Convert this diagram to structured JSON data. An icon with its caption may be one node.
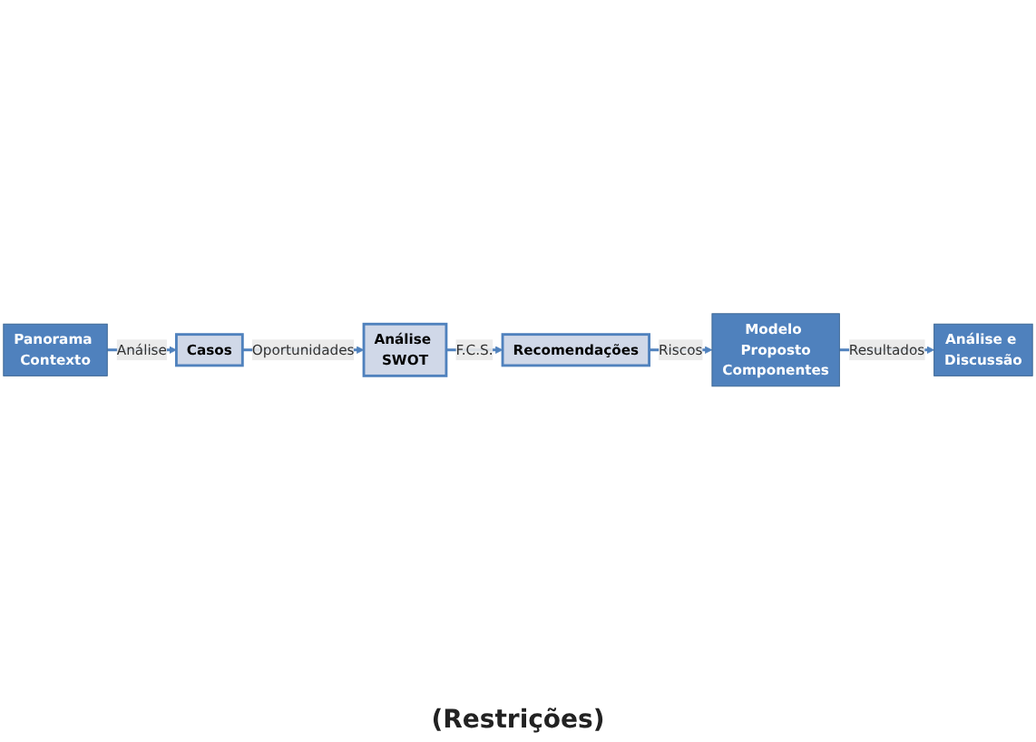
{
  "diagram": {
    "nodes": [
      {
        "text": [
          "Panorama Contexto"
        ]
      },
      {
        "text": [
          "Casos"
        ]
      },
      {
        "text": [
          "Análise SWOT"
        ]
      },
      {
        "text": [
          "Recomendações"
        ]
      },
      {
        "text": [
          "Modelo Proposto",
          "Componentes"
        ]
      },
      {
        "text": [
          "Análise e Discussão"
        ]
      }
    ],
    "edges": [
      {
        "from": 0,
        "to": 1,
        "arrow": "to",
        "label": "Análise"
      },
      {
        "from": 1,
        "to": 2,
        "arrow": "to",
        "label": "Oportunidades"
      },
      {
        "from": 2,
        "to": 3,
        "arrow": "to",
        "label": "F.C.S."
      },
      {
        "from": 3,
        "to": 4,
        "arrow": "to",
        "label": "Riscos"
      },
      {
        "from": 4,
        "to": 5,
        "arrow": "to",
        "label": "Resultados"
      }
    ],
    "labels": [
      "(Restrições)"
    ]
  }
}
